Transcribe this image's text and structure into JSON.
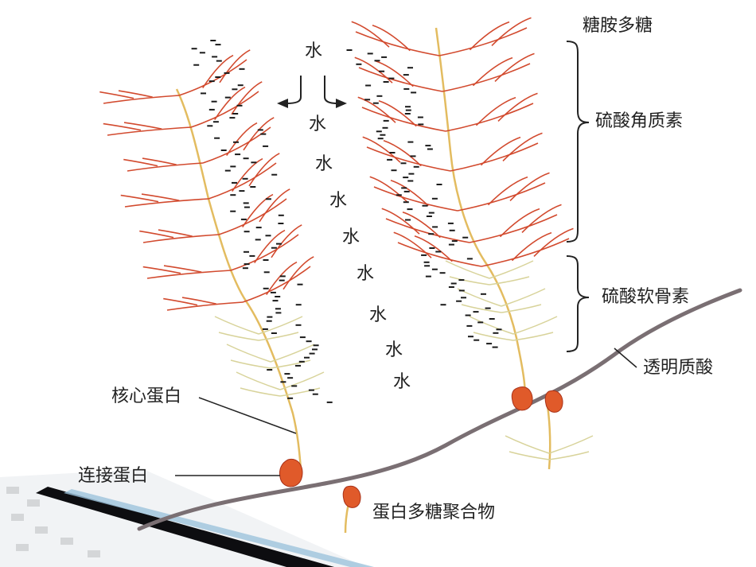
{
  "labels": {
    "gag": "糖胺多糖",
    "keratan": "硫酸角质素",
    "chondroitin": "硫酸软骨素",
    "hyaluronan": "透明质酸",
    "core_protein": "核心蛋白",
    "link_protein": "连接蛋白",
    "aggregate": "蛋白多糖聚合物"
  },
  "water": [
    "水",
    "水",
    "水",
    "水",
    "水",
    "水",
    "水",
    "水",
    "水"
  ],
  "colors": {
    "keratan_chain": "#d24a2e",
    "chondroitin_chain": "#d8d39a",
    "core_protein": "#e3bc60",
    "link_protein": "#e05a2a",
    "hyaluronan": "#7a6f73"
  }
}
